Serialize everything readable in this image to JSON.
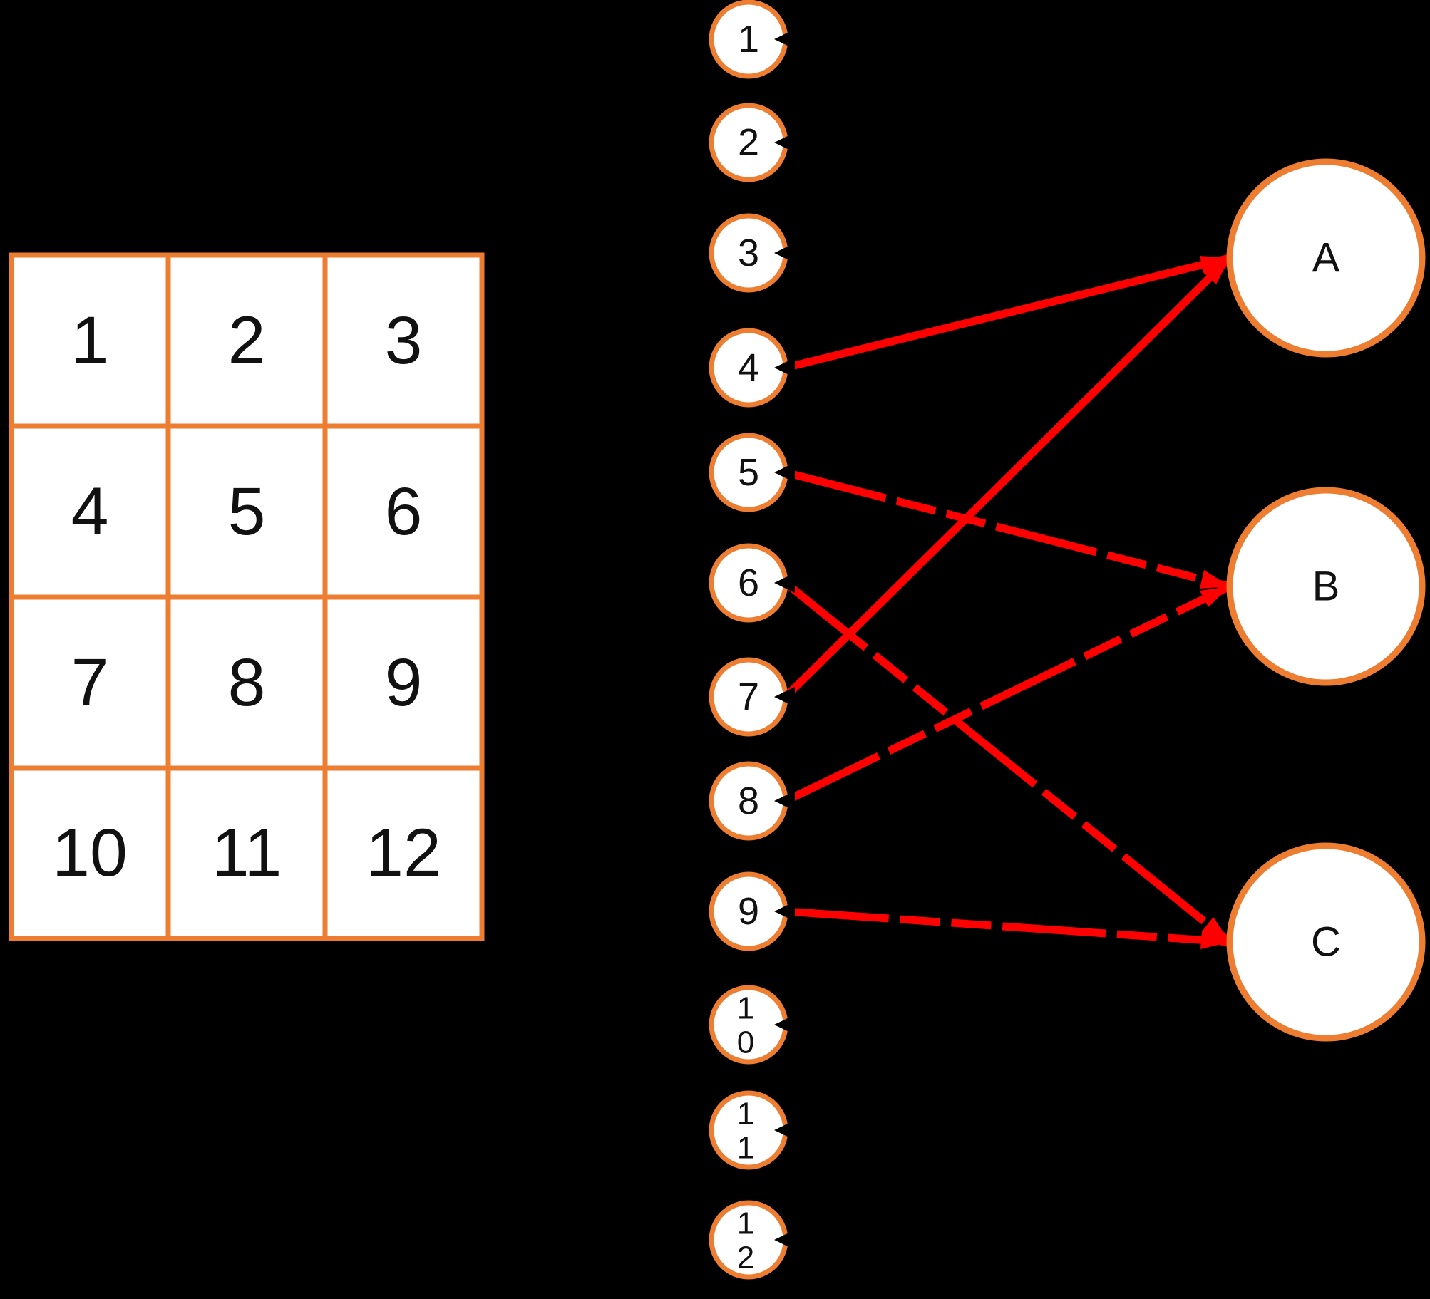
{
  "colors": {
    "background": "#000000",
    "node_stroke": "#ED7D31",
    "node_fill": "#FFFFFF",
    "arrow": "#FF0000",
    "text": "#111111"
  },
  "table": {
    "rows": 4,
    "cols": 3,
    "cells": [
      "1",
      "2",
      "3",
      "4",
      "5",
      "6",
      "7",
      "8",
      "9",
      "10",
      "11",
      "12"
    ]
  },
  "nodes": [
    {
      "label": "1"
    },
    {
      "label": "2"
    },
    {
      "label": "3"
    },
    {
      "label": "4"
    },
    {
      "label": "5"
    },
    {
      "label": "6"
    },
    {
      "label": "7"
    },
    {
      "label": "8"
    },
    {
      "label": "9"
    },
    {
      "label": "10",
      "line1": "1",
      "line2": "0"
    },
    {
      "label": "11",
      "line1": "1",
      "line2": "1"
    },
    {
      "label": "12",
      "line1": "1",
      "line2": "2"
    }
  ],
  "groups": [
    {
      "label": "A"
    },
    {
      "label": "B"
    },
    {
      "label": "C"
    }
  ],
  "connections": [
    {
      "from": "4",
      "to": "A",
      "style": "solid"
    },
    {
      "from": "7",
      "to": "A",
      "style": "solid"
    },
    {
      "from": "5",
      "to": "B",
      "style": "dashed"
    },
    {
      "from": "8",
      "to": "B",
      "style": "dashed"
    },
    {
      "from": "6",
      "to": "C",
      "style": "dashed"
    },
    {
      "from": "9",
      "to": "C",
      "style": "dashed"
    }
  ]
}
